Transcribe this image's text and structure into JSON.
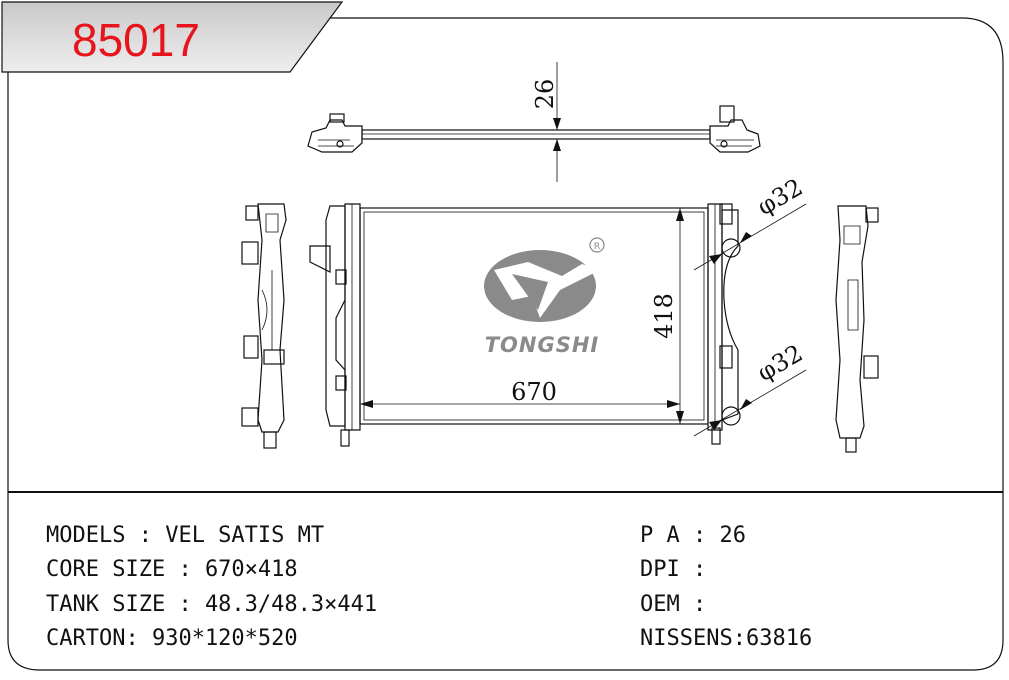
{
  "header": {
    "part_number": "85017"
  },
  "drawing": {
    "dim_thickness": "26",
    "dim_width": "670",
    "dim_height": "418",
    "dim_pipe_top": "φ32",
    "dim_pipe_bottom": "φ32",
    "logo_text": "TONGSHI",
    "registered_mark": "R"
  },
  "specs": {
    "left": [
      {
        "label": "MODELS : VEL SATIS  MT"
      },
      {
        "label": "CORE SIZE : 670×418"
      },
      {
        "label": "TANK SIZE : 48.3/48.3×441"
      },
      {
        "label": "CARTON: 930*120*520"
      }
    ],
    "right": [
      {
        "label": "P A : 26"
      },
      {
        "label": "DPI :"
      },
      {
        "label": "OEM :"
      },
      {
        "label": "NISSENS:63816"
      }
    ]
  },
  "colors": {
    "part_number": "#e8141b",
    "header_band": "#d6d6d6",
    "logo": "#8a8a8a"
  }
}
